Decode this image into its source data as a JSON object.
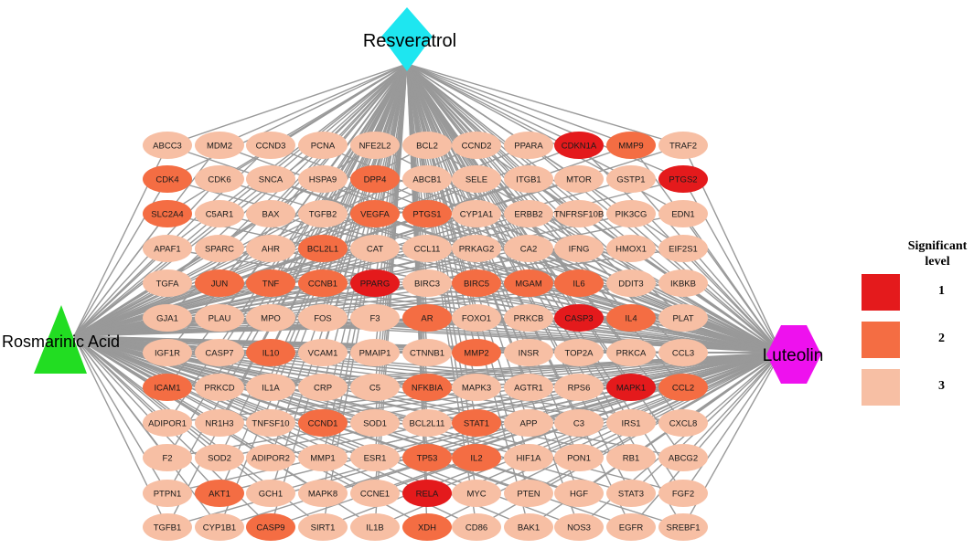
{
  "compounds": {
    "resveratrol": {
      "label": "Resveratrol",
      "shape": "diamond",
      "color": "#1EE6F0"
    },
    "rosmarinic_acid": {
      "label": "Rosmarinic Acid",
      "shape": "triangle",
      "color": "#22DD22"
    },
    "luteolin": {
      "label": "Luteolin",
      "shape": "hexagon",
      "color": "#EE11EE"
    }
  },
  "level_colors": {
    "1": "#E41A1C",
    "2": "#F46D43",
    "3": "#F7BFA4"
  },
  "edge_color": "#999999",
  "legend": {
    "title_line1": "Significant",
    "title_line2": "level",
    "items": [
      {
        "label": "1",
        "level": 1
      },
      {
        "label": "2",
        "level": 2
      },
      {
        "label": "3",
        "level": 3
      }
    ]
  },
  "gene_rows": [
    [
      [
        "ABCC3",
        3
      ],
      [
        "MDM2",
        3
      ],
      [
        "CCND3",
        3
      ],
      [
        "PCNA",
        3
      ],
      [
        "NFE2L2",
        3
      ],
      [
        "BCL2",
        3
      ],
      [
        "CCND2",
        3
      ],
      [
        "PPARA",
        3
      ],
      [
        "CDKN1A",
        1
      ],
      [
        "MMP9",
        2
      ],
      [
        "TRAF2",
        3
      ]
    ],
    [
      [
        "CDK4",
        2
      ],
      [
        "CDK6",
        3
      ],
      [
        "SNCA",
        3
      ],
      [
        "HSPA9",
        3
      ],
      [
        "DPP4",
        2
      ],
      [
        "ABCB1",
        3
      ],
      [
        "SELE",
        3
      ],
      [
        "ITGB1",
        3
      ],
      [
        "MTOR",
        3
      ],
      [
        "GSTP1",
        3
      ],
      [
        "PTGS2",
        1
      ]
    ],
    [
      [
        "SLC2A4",
        2
      ],
      [
        "C5AR1",
        3
      ],
      [
        "BAX",
        3
      ],
      [
        "TGFB2",
        3
      ],
      [
        "VEGFA",
        2
      ],
      [
        "PTGS1",
        2
      ],
      [
        "CYP1A1",
        3
      ],
      [
        "ERBB2",
        3
      ],
      [
        "TNFRSF10B",
        3
      ],
      [
        "PIK3CG",
        3
      ],
      [
        "EDN1",
        3
      ]
    ],
    [
      [
        "APAF1",
        3
      ],
      [
        "SPARC",
        3
      ],
      [
        "AHR",
        3
      ],
      [
        "BCL2L1",
        2
      ],
      [
        "CAT",
        3
      ],
      [
        "CCL11",
        3
      ],
      [
        "PRKAG2",
        3
      ],
      [
        "CA2",
        3
      ],
      [
        "IFNG",
        3
      ],
      [
        "HMOX1",
        3
      ],
      [
        "EIF2S1",
        3
      ]
    ],
    [
      [
        "TGFA",
        3
      ],
      [
        "JUN",
        2
      ],
      [
        "TNF",
        2
      ],
      [
        "CCNB1",
        2
      ],
      [
        "PPARG",
        1
      ],
      [
        "BIRC3",
        3
      ],
      [
        "BIRC5",
        2
      ],
      [
        "MGAM",
        2
      ],
      [
        "IL6",
        2
      ],
      [
        "DDIT3",
        3
      ],
      [
        "IKBKB",
        3
      ]
    ],
    [
      [
        "GJA1",
        3
      ],
      [
        "PLAU",
        3
      ],
      [
        "MPO",
        3
      ],
      [
        "FOS",
        3
      ],
      [
        "F3",
        3
      ],
      [
        "AR",
        2
      ],
      [
        "FOXO1",
        3
      ],
      [
        "PRKCB",
        3
      ],
      [
        "CASP3",
        1
      ],
      [
        "IL4",
        2
      ],
      [
        "PLAT",
        3
      ]
    ],
    [
      [
        "IGF1R",
        3
      ],
      [
        "CASP7",
        3
      ],
      [
        "IL10",
        2
      ],
      [
        "VCAM1",
        3
      ],
      [
        "PMAIP1",
        3
      ],
      [
        "CTNNB1",
        3
      ],
      [
        "MMP2",
        2
      ],
      [
        "INSR",
        3
      ],
      [
        "TOP2A",
        3
      ],
      [
        "PRKCA",
        3
      ],
      [
        "CCL3",
        3
      ]
    ],
    [
      [
        "ICAM1",
        2
      ],
      [
        "PRKCD",
        3
      ],
      [
        "IL1A",
        3
      ],
      [
        "CRP",
        3
      ],
      [
        "C5",
        3
      ],
      [
        "NFKBIA",
        2
      ],
      [
        "MAPK3",
        3
      ],
      [
        "AGTR1",
        3
      ],
      [
        "RPS6",
        3
      ],
      [
        "MAPK1",
        1
      ],
      [
        "CCL2",
        2
      ]
    ],
    [
      [
        "ADIPOR1",
        3
      ],
      [
        "NR1H3",
        3
      ],
      [
        "TNFSF10",
        3
      ],
      [
        "CCND1",
        2
      ],
      [
        "SOD1",
        3
      ],
      [
        "BCL2L11",
        3
      ],
      [
        "STAT1",
        2
      ],
      [
        "APP",
        3
      ],
      [
        "C3",
        3
      ],
      [
        "IRS1",
        3
      ],
      [
        "CXCL8",
        3
      ]
    ],
    [
      [
        "F2",
        3
      ],
      [
        "SOD2",
        3
      ],
      [
        "ADIPOR2",
        3
      ],
      [
        "MMP1",
        3
      ],
      [
        "ESR1",
        3
      ],
      [
        "TP53",
        2
      ],
      [
        "IL2",
        2
      ],
      [
        "HIF1A",
        3
      ],
      [
        "PON1",
        3
      ],
      [
        "RB1",
        3
      ],
      [
        "ABCG2",
        3
      ]
    ],
    [
      [
        "PTPN1",
        3
      ],
      [
        "AKT1",
        2
      ],
      [
        "GCH1",
        3
      ],
      [
        "MAPK8",
        3
      ],
      [
        "CCNE1",
        3
      ],
      [
        "RELA",
        1
      ],
      [
        "MYC",
        3
      ],
      [
        "PTEN",
        3
      ],
      [
        "HGF",
        3
      ],
      [
        "STAT3",
        3
      ],
      [
        "FGF2",
        3
      ]
    ],
    [
      [
        "TGFB1",
        3
      ],
      [
        "CYP1B1",
        3
      ],
      [
        "CASP9",
        2
      ],
      [
        "SIRT1",
        3
      ],
      [
        "IL1B",
        3
      ],
      [
        "XDH",
        2
      ],
      [
        "CD86",
        3
      ],
      [
        "BAK1",
        3
      ],
      [
        "NOS3",
        3
      ],
      [
        "EGFR",
        3
      ],
      [
        "SREBF1",
        3
      ]
    ]
  ]
}
